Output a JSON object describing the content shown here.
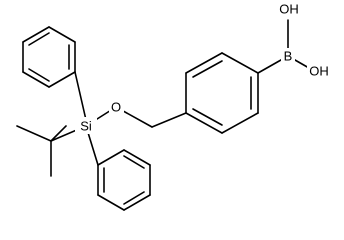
{
  "labels": {
    "si": "Si",
    "o": "O",
    "b": "B",
    "oh_top": "OH",
    "oh_bottom": "OH"
  }
}
